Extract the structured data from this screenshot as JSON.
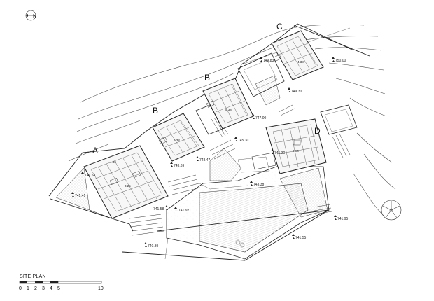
{
  "compass": {
    "label": "N",
    "icon": "north-arrow-icon"
  },
  "blocks": [
    {
      "id": "a",
      "label": "A"
    },
    {
      "id": "b1",
      "label": "B"
    },
    {
      "id": "b2",
      "label": "B"
    },
    {
      "id": "c",
      "label": "C"
    },
    {
      "id": "d",
      "label": "D"
    }
  ],
  "elevations": [
    {
      "id": "e1",
      "value": "741.58"
    },
    {
      "id": "e2",
      "value": "741.41"
    },
    {
      "id": "e3",
      "value": "743.69"
    },
    {
      "id": "e4",
      "value": "748.47"
    },
    {
      "id": "e5",
      "value": "745.30"
    },
    {
      "id": "e6",
      "value": "747.00"
    },
    {
      "id": "e7",
      "value": "749.83"
    },
    {
      "id": "e8",
      "value": "749.30"
    },
    {
      "id": "e9",
      "value": "750.00"
    },
    {
      "id": "e10",
      "value": "745.30"
    },
    {
      "id": "e11",
      "value": "743.38"
    },
    {
      "id": "e12",
      "value": "741.58"
    },
    {
      "id": "e13",
      "value": "741.92"
    },
    {
      "id": "e14",
      "value": "740.39"
    },
    {
      "id": "e15",
      "value": "741.95"
    },
    {
      "id": "e16",
      "value": "741.55"
    }
  ],
  "room_dims": [
    {
      "id": "r1",
      "value": "4.30"
    },
    {
      "id": "r2",
      "value": "3.25"
    },
    {
      "id": "r3",
      "value": "5.38"
    },
    {
      "id": "r4",
      "value": "5.38"
    },
    {
      "id": "r5",
      "value": "4.38"
    },
    {
      "id": "r6",
      "value": "3.96"
    }
  ],
  "title": "SITE PLAN",
  "scale": {
    "ticks": [
      "0",
      "1",
      "2",
      "3",
      "4",
      "5",
      "10"
    ]
  }
}
